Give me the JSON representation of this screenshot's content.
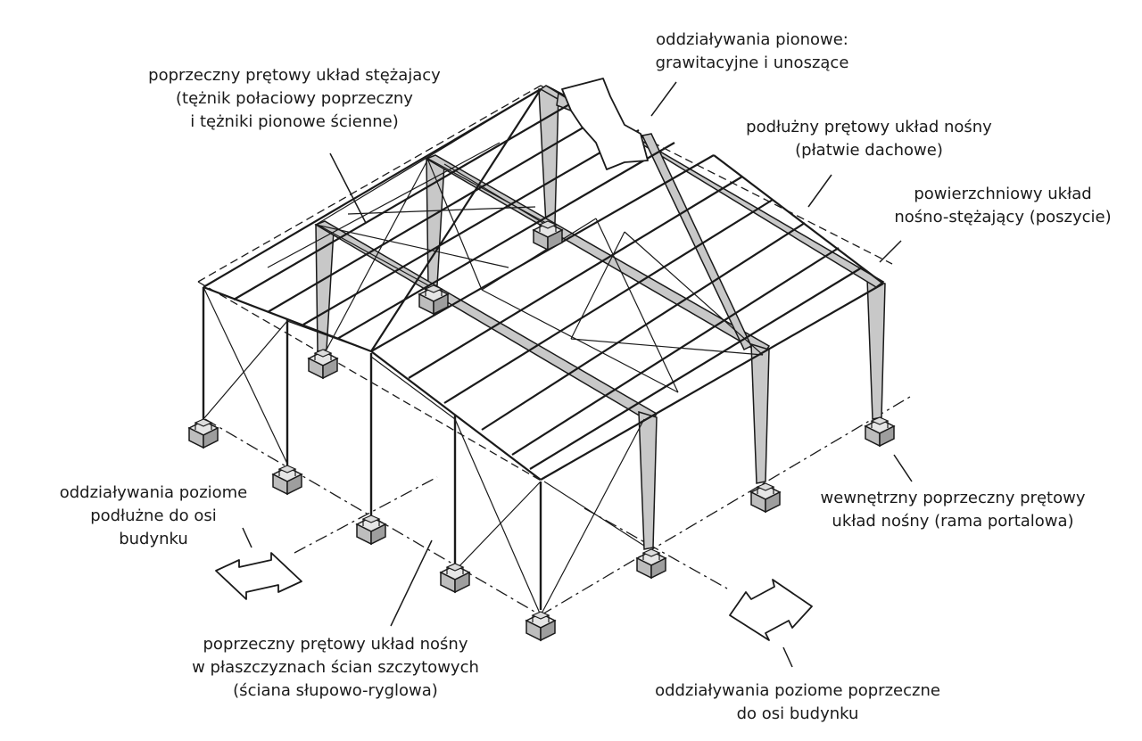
{
  "labels": {
    "transverse_bracing": {
      "lines": [
        "poprzeczny prętowy układ stężajacy",
        "(tężnik połaciowy poprzeczny",
        "i tężniki pionowe ścienne)"
      ]
    },
    "vertical_actions": {
      "lines": [
        "oddziaływania pionowe:",
        "grawitacyjne i unoszące"
      ]
    },
    "longitudinal_bearing": {
      "lines": [
        "podłużny prętowy układ nośny",
        "(płatwie dachowe)"
      ]
    },
    "surface_system": {
      "lines": [
        "powierzchniowy układ",
        "nośno-stężający (poszycie)"
      ]
    },
    "horizontal_longitudinal": {
      "lines": [
        "oddziaływania poziome",
        "podłużne do osi",
        "budynku"
      ]
    },
    "internal_frame": {
      "lines": [
        "wewnętrzny poprzeczny prętowy",
        "układ nośny (rama portalowa)"
      ]
    },
    "gable_wall": {
      "lines": [
        "poprzeczny prętowy układ nośny",
        "w płaszczyznach ścian szczytowych",
        "(ściana słupowo-ryglowa)"
      ]
    },
    "horizontal_transverse": {
      "lines": [
        "oddziaływania poziome poprzeczne",
        "do osi budynku"
      ]
    }
  },
  "colors": {
    "line": "#1a1a1a",
    "frame_fill": "#c8c8c8",
    "footing_fill": "#bdbdbd",
    "arrow_fill": "#ffffff"
  }
}
